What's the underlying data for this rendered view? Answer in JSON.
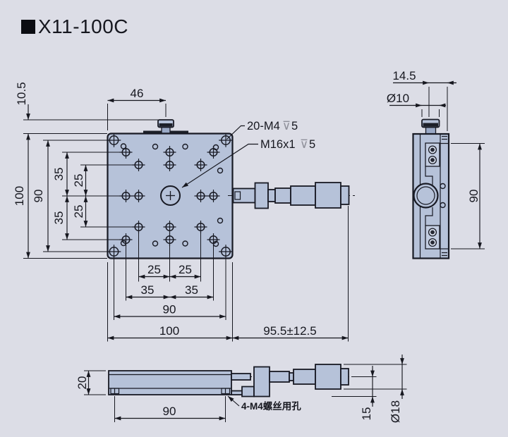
{
  "title": "X11-100C",
  "colors": {
    "background": "#dcdde6",
    "part_fill": "#b6c2d9",
    "line": "#181a24",
    "dim_text": "#16171f",
    "depth_symbol_grey": "#8f909a"
  },
  "top_view": {
    "dim_top_width": "46",
    "dim_knob_offset": "10.5",
    "dim_height_total": "100",
    "dim_height_screws": "90",
    "dim_row_35_upper": "35",
    "dim_row_25_upper": "25",
    "dim_row_25_lower": "25",
    "dim_row_35_lower": "35",
    "dim_col_25_left": "25",
    "dim_col_25_right": "25",
    "dim_col_35_left": "35",
    "dim_col_35_right": "35",
    "dim_width_screws": "90",
    "dim_width_total": "100",
    "dim_travel": "95.5±12.5",
    "label_holes": "20-M4",
    "label_holes_depth": "5",
    "label_center": "M16x1",
    "label_center_depth": "5",
    "depth_symbol": "⊽"
  },
  "side_view": {
    "dim_width": "14.5",
    "dim_knob_dia": "Ø10",
    "dim_height": "90"
  },
  "bottom_view": {
    "dim_height": "20",
    "dim_hole_span": "90",
    "dim_axis_height": "15",
    "dim_knob_dia": "Ø18",
    "label_screw_holes": "4-M4螺丝用孔"
  }
}
